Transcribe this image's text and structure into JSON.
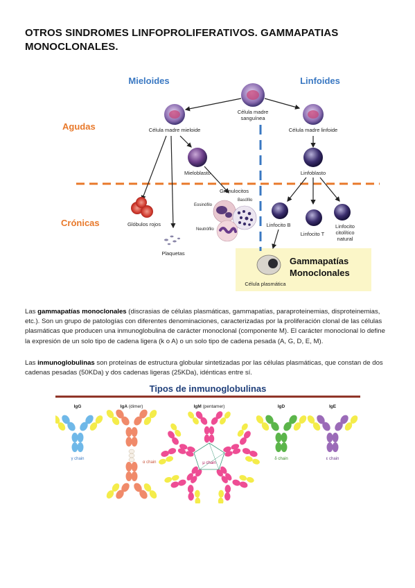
{
  "title": "OTROS SINDROMES LINFOPROLIFERATIVOS. GAMMAPATIAS MONOCLONALES.",
  "hema_diagram": {
    "mieloides": "Mieloides",
    "linfoides": "Linfoides",
    "agudas": "Agudas",
    "cronicas": "Crónicas",
    "stem_cell_1": "Célula madre",
    "stem_cell_2": "sanguínea",
    "myeloid_stem": "Célula madre mieloide",
    "lymphoid_stem": "Célula madre linfoide",
    "mieloblasto": "Mieloblasto",
    "linfoblasto": "Linfoblasto",
    "granulocitos": "Granulocitos",
    "eosinofilo": "Eosinófilo",
    "basofilo": "Basófilo",
    "neutrofilo": "Neutrófilo",
    "globulos_rojos": "Glóbulos rojos",
    "plaquetas": "Plaquetas",
    "linfocito_b": "Linfocito B",
    "linfocito_t": "Linfocito T",
    "nk_1": "Linfocito",
    "nk_2": "citolítico",
    "nk_3": "natural",
    "gamma_1": "Gammapatías",
    "gamma_2": "Monoclonales",
    "celula_plasmatica": "Célula plasmática",
    "colors": {
      "blue": "#3a78c2",
      "orange": "#e8792b"
    }
  },
  "paragraph1": {
    "pre": "Las ",
    "bold": "gammapatías monoclonales",
    "post": " (discrasias de células plasmáticas, gammapatías, paraproteinemias, disproteinemias, etc.). Son un grupo de patologías con diferentes denominaciones, caracterizadas por la proliferación clonal de las células plasmáticas que producen una inmunoglobulina de carácter monoclonal (componente M). El carácter monoclonal lo define la expresión de un solo tipo de cadena ligera (k o A) o un solo tipo de cadena pesada (A, G, D, E, M)."
  },
  "paragraph2": {
    "pre": "Las ",
    "bold": "inmunoglobulinas",
    "post": " son proteínas de estructura globular sintetizadas por las células plasmáticas, que constan de dos cadenas pesadas (50KDa) y dos cadenas ligeras (25KDa), idénticas entre sí."
  },
  "ig_diagram": {
    "title": "Tipos de inmunoglobulinas",
    "igg": "IgG",
    "iga": "IgA",
    "iga_note": "(dimer)",
    "igm": "IgM",
    "igm_note": "(pentamer)",
    "igd": "IgD",
    "ige": "IgE",
    "gamma_chain": "γ chain",
    "alpha_chain": "α chain",
    "mu_chain": "μ chain",
    "delta_chain": "δ chain",
    "epsilon_chain": "ε chain",
    "colors": {
      "light_chain": "#f4ec4a",
      "igg": "#6fb8e8",
      "iga": "#f08a6a",
      "igm": "#ee4d94",
      "igd": "#5bb54a",
      "ige": "#9b6bb8",
      "rule": "#8b2b1e"
    }
  }
}
